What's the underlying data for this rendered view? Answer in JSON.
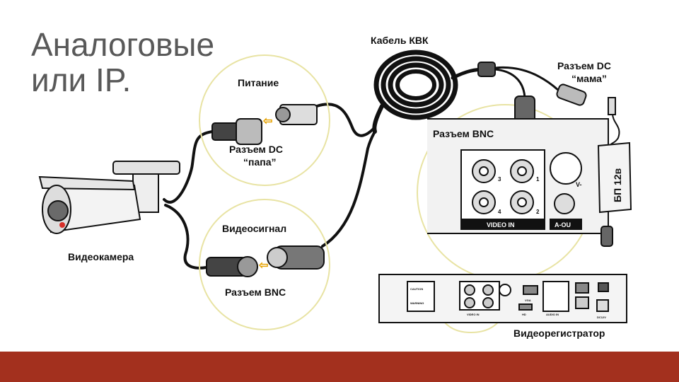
{
  "slide": {
    "title_line1": "Аналоговые",
    "title_line2": "или IP.",
    "accent_color": "#a3301e",
    "highlight_ring_color": "#e8e3a3"
  },
  "diagram": {
    "cable_label": "Кабель КВК",
    "dc_female_label_line1": "Разъем DC",
    "dc_female_label_line2": "“мама”",
    "power_label": "Питание",
    "dc_male_label_line1": "Разъем DC",
    "dc_male_label_line2": "“папа”",
    "video_signal_label": "Видеосигнал",
    "bnc_label": "Разъем BNC",
    "bnc_panel_label": "Разъем BNC",
    "camera_label": "Видеокамера",
    "dvr_label": "Видеорегистратор",
    "psu_label": "БП 12в",
    "video_in_label": "VIDEO IN",
    "a_out_label": "A-OU",
    "v_label": "V-",
    "port_numbers": [
      "3",
      "1",
      "4",
      "2"
    ],
    "dvr_panel_small_labels": [
      "CAUTION",
      "WARNING",
      "VIDEO IN",
      "VGA",
      "HD",
      "AUDIO IN",
      "DC12V"
    ]
  }
}
